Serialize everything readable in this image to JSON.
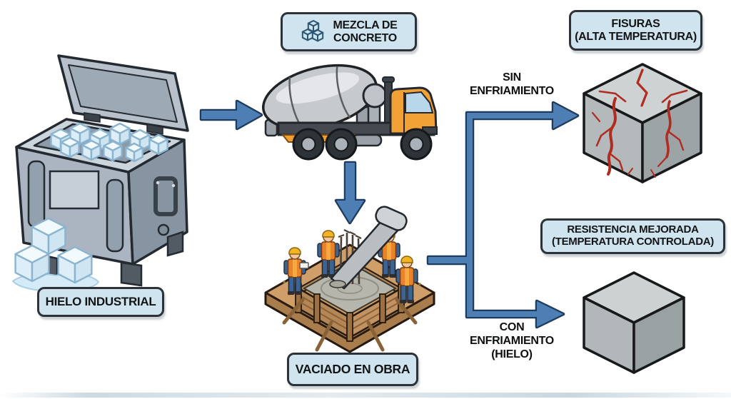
{
  "diagram": {
    "labels": {
      "hielo": {
        "text": "HIELO INDUSTRIAL"
      },
      "mezcla": {
        "line1": "MEZCLA DE",
        "line2": "CONCRETO",
        "icon": "ice-cubes-icon"
      },
      "vaciado": {
        "text": "VACIADO EN OBRA"
      },
      "fisuras": {
        "line1": "FISURAS",
        "line2": "(ALTA TEMPERATURA)"
      },
      "resistencia": {
        "line1": "RESISTENCIA MEJORADA",
        "line2": "(TEMPERATURA CONTROLADA)"
      }
    },
    "arrow_labels": {
      "sin": {
        "line1": "SIN",
        "line2": "ENFRIAMIENTO"
      },
      "con": {
        "line1": "CON",
        "line2": "ENFRIAMIENTO",
        "line3": "(HIELO)"
      }
    },
    "colors": {
      "background": "#ffffff",
      "label_bg": "#cfe4ef",
      "label_border": "#2c3237",
      "arrow_fill": "#4d7fb5",
      "arrow_border": "#1e3a5c",
      "crack_red": "#b02c20",
      "cooler_gray_blue": "#aab5c1",
      "truck_cab_orange": "#f2a235",
      "site_soil_brown": "#cf9e69",
      "cube_gray": "#ccd1d2"
    },
    "icons": {
      "ice_cubes": "ice-cubes-icon"
    }
  }
}
